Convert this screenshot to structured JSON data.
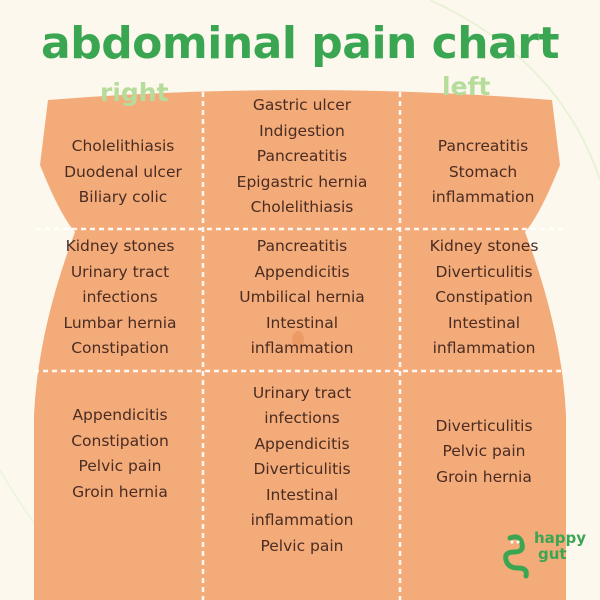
{
  "title": "abdominal pain chart",
  "labels": {
    "right": "right",
    "left": "left"
  },
  "regions": [
    {
      "id": "right-hypochondriac",
      "items": [
        "Cholelithiasis",
        "Duodenal ulcer",
        "Biliary colic"
      ]
    },
    {
      "id": "epigastric",
      "items": [
        "Gastric ulcer",
        "Indigestion",
        "Pancreatitis",
        "Epigastric hernia",
        "Cholelithiasis"
      ]
    },
    {
      "id": "left-hypochondriac",
      "items": [
        "Pancreatitis",
        "Stomach",
        "inflammation"
      ]
    },
    {
      "id": "right-lumbar",
      "items": [
        "Kidney stones",
        "Urinary tract",
        "infections",
        "Lumbar hernia",
        "Constipation"
      ]
    },
    {
      "id": "umbilical",
      "items": [
        "Pancreatitis",
        "Appendicitis",
        "Umbilical hernia",
        "Intestinal",
        "inflammation"
      ]
    },
    {
      "id": "left-lumbar",
      "items": [
        "Kidney stones",
        "Diverticulitis",
        "Constipation",
        "Intestinal",
        "inflammation"
      ]
    },
    {
      "id": "right-iliac",
      "items": [
        "Appendicitis",
        "Constipation",
        "Pelvic pain",
        "Groin hernia"
      ]
    },
    {
      "id": "hypogastric",
      "items": [
        "Urinary tract",
        "infections",
        "Appendicitis",
        "Diverticulitis",
        "Intestinal",
        "inflammation",
        "Pelvic pain"
      ]
    },
    {
      "id": "left-iliac",
      "items": [
        "Diverticulitis",
        "Pelvic pain",
        "Groin hernia"
      ]
    }
  ],
  "brand": {
    "line1": "happy",
    "line2": "gut"
  },
  "colors": {
    "title": "#3aa652",
    "side_labels": "#b6dc9b",
    "torso": "#f3ab7a",
    "text": "#4a2c22",
    "background": "#fdf8ee"
  }
}
